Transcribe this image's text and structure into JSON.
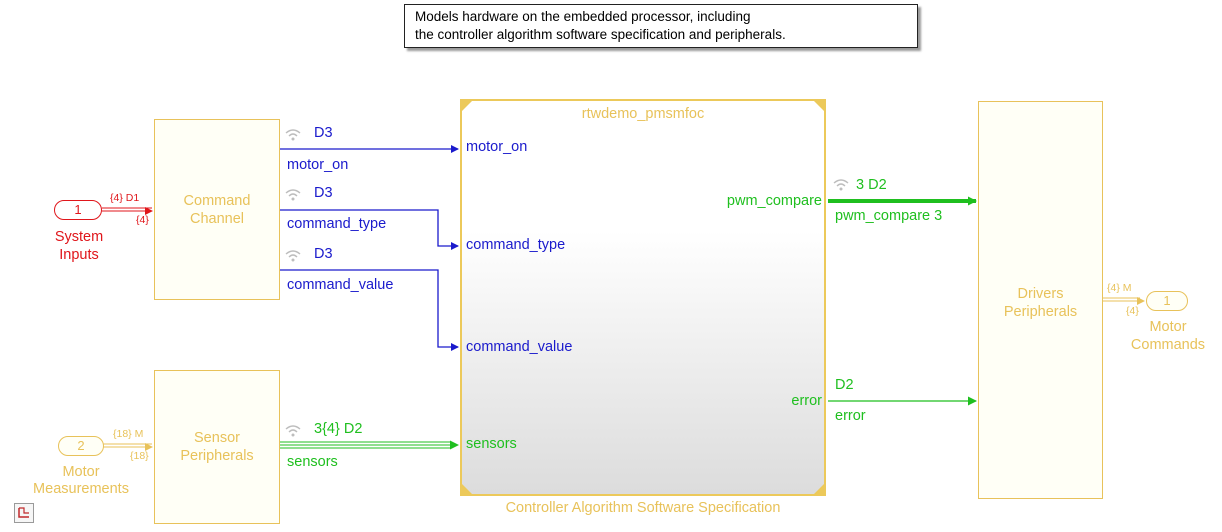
{
  "annotation": {
    "line1": "Models hardware on the embedded processor, including",
    "line2": "the controller algorithm software specification and peripherals."
  },
  "blocks": {
    "command_channel": [
      "Command",
      "Channel"
    ],
    "sensor_peripherals": [
      "Sensor",
      "Peripherals"
    ],
    "drivers_peripherals": [
      "Drivers",
      "Peripherals"
    ],
    "controller": {
      "model_name": "rtwdemo_pmsmfoc",
      "caption": "Controller Algorithm Software Specification",
      "inputs": [
        "motor_on",
        "command_type",
        "command_value",
        "sensors"
      ],
      "outputs": [
        "pwm_compare",
        "error"
      ]
    }
  },
  "ports": {
    "in1": {
      "number": "1",
      "label": [
        "System",
        "Inputs"
      ],
      "dim_top": "{4} D1",
      "dim_bottom": "{4}"
    },
    "in2": {
      "number": "2",
      "label": [
        "Motor",
        "Measurements"
      ],
      "dim_top": "{18} M",
      "dim_bottom": "{18}"
    },
    "out1": {
      "number": "1",
      "label": [
        "Motor",
        "Commands"
      ],
      "dim_top": "{4} M",
      "dim_bottom": "{4}"
    }
  },
  "signals": {
    "motor_on": {
      "rate": "D3",
      "name": "motor_on"
    },
    "command_type": {
      "rate": "D3",
      "name": "command_type"
    },
    "command_value": {
      "rate": "D3",
      "name": "command_value"
    },
    "sensors": {
      "rate": "3{4} D2",
      "name": "sensors"
    },
    "pwm_compare": {
      "rate": "3 D2",
      "name": "pwm_compare",
      "suffix": "3"
    },
    "error": {
      "rate": "D2",
      "name": "error"
    }
  },
  "colors": {
    "blue": "#1a1acc",
    "green": "#1fbf1f",
    "red": "#e0161b",
    "block_border": "#e8c25a"
  },
  "icons": [
    "wireless-signal-icon",
    "hierarchy-corner-icon"
  ]
}
